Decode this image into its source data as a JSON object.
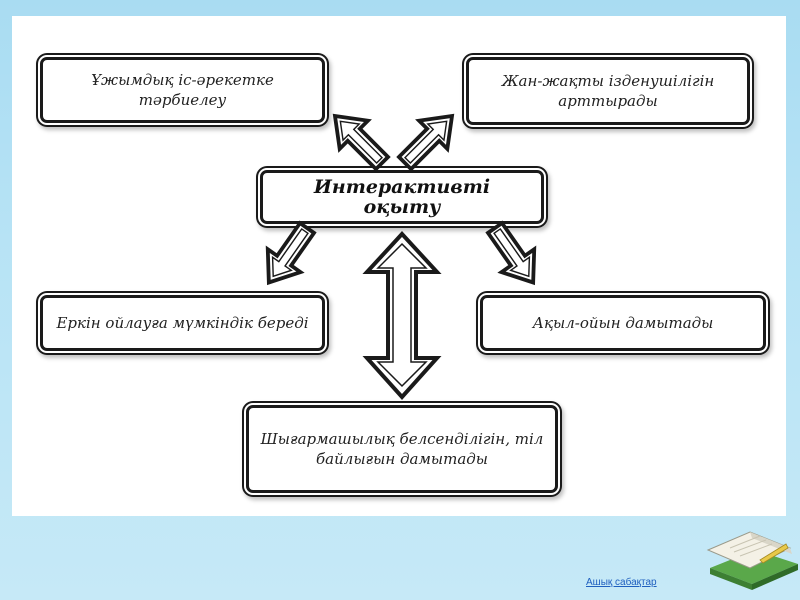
{
  "diagram": {
    "center": "Интерактивті оқыту",
    "top_left": "Ұжымдық іс-әрекетке тәрбиелеу",
    "top_right": "Жан-жақты ізденушілігін арттырады",
    "mid_left": "Еркін ойлауға мүмкіндік береді",
    "mid_right": "Ақыл-ойын дамытады",
    "bottom": "Шығармашылық белсенділігін, тіл байлығын дамытады"
  },
  "footer": {
    "link_label": "Ашық сабақтар"
  },
  "colors": {
    "background": "#b7e3f5",
    "panel": "#ffffff",
    "stroke": "#1a1a1a",
    "link": "#1f5fbf"
  }
}
